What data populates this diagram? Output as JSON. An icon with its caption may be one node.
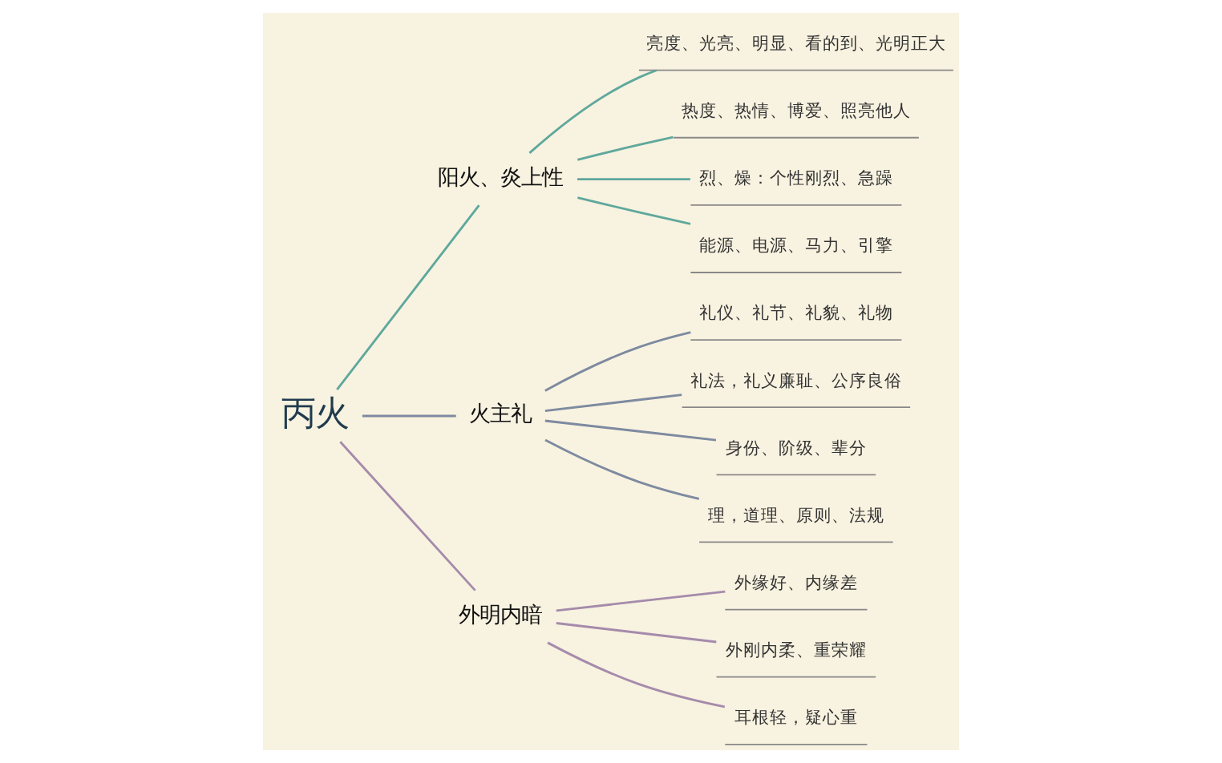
{
  "diagram": {
    "nodes": [
      {
        "text": [
          "丙火"
        ]
      },
      {
        "text": [
          "阳火、炎上性"
        ]
      },
      {
        "text": [
          "亮度、光亮、明显、看的到、光明正大"
        ]
      },
      {
        "text": [
          "热度、热情、博爱、照亮他人"
        ]
      },
      {
        "text": [
          "烈、燥：个性刚烈、急躁"
        ]
      },
      {
        "text": [
          "能源、电源、马力、引擎"
        ]
      },
      {
        "text": [
          "火主礼"
        ]
      },
      {
        "text": [
          "礼仪、礼节、礼貌、礼物"
        ]
      },
      {
        "text": [
          "礼法，礼义廉耻、公序良俗"
        ]
      },
      {
        "text": [
          "身份、阶级、辈分"
        ]
      },
      {
        "text": [
          "理，道理、原则、法规"
        ]
      },
      {
        "text": [
          "外明内暗"
        ]
      },
      {
        "text": [
          "外缘好、内缘差"
        ]
      },
      {
        "text": [
          "外刚内柔、重荣耀"
        ]
      },
      {
        "text": [
          "耳根轻，疑心重"
        ]
      }
    ],
    "edges": [
      {
        "from": 0,
        "to": 1,
        "arrow": "none",
        "color": "#5fa89c"
      },
      {
        "from": 1,
        "to": 2,
        "arrow": "none",
        "color": "#5fa89c"
      },
      {
        "from": 1,
        "to": 3,
        "arrow": "none",
        "color": "#5fa89c"
      },
      {
        "from": 1,
        "to": 4,
        "arrow": "none",
        "color": "#5fa89c"
      },
      {
        "from": 1,
        "to": 5,
        "arrow": "none",
        "color": "#5fa89c"
      },
      {
        "from": 0,
        "to": 6,
        "arrow": "none",
        "color": "#7d8aa0"
      },
      {
        "from": 6,
        "to": 7,
        "arrow": "none",
        "color": "#7d8aa0"
      },
      {
        "from": 6,
        "to": 8,
        "arrow": "none",
        "color": "#7d8aa0"
      },
      {
        "from": 6,
        "to": 9,
        "arrow": "none",
        "color": "#7d8aa0"
      },
      {
        "from": 6,
        "to": 10,
        "arrow": "none",
        "color": "#7d8aa0"
      },
      {
        "from": 0,
        "to": 11,
        "arrow": "none",
        "color": "#a58bab"
      },
      {
        "from": 11,
        "to": 12,
        "arrow": "none",
        "color": "#a58bab"
      },
      {
        "from": 11,
        "to": 13,
        "arrow": "none",
        "color": "#a58bab"
      },
      {
        "from": 11,
        "to": 14,
        "arrow": "none",
        "color": "#a58bab"
      }
    ]
  }
}
